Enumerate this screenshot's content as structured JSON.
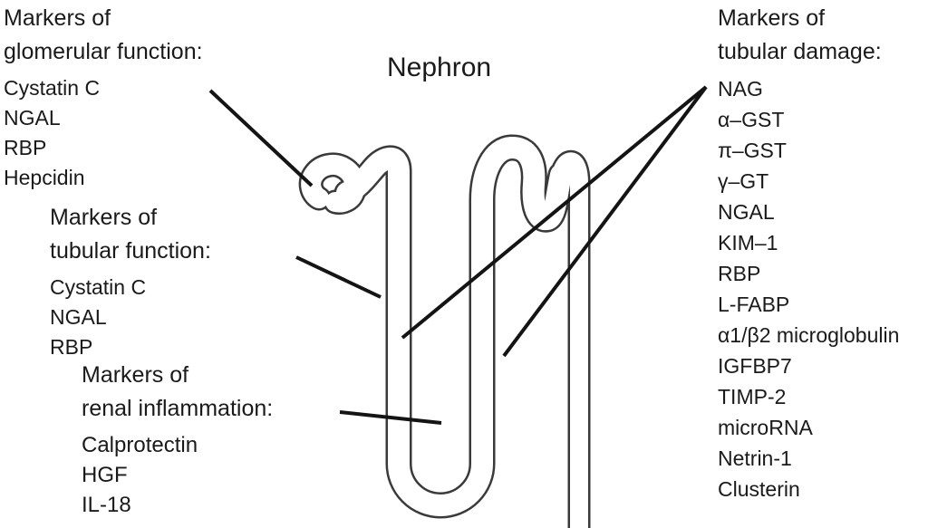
{
  "title": "Nephron",
  "left_groups": [
    {
      "heading": "Markers of\nglomerular function:",
      "items": [
        "Cystatin C",
        "NGAL",
        "RBP",
        "Hepcidin"
      ]
    },
    {
      "heading": "Markers of\ntubular function:",
      "items": [
        "Cystatin C",
        "NGAL",
        "RBP"
      ]
    },
    {
      "heading": "Markers of\nrenal inflammation:",
      "items": [
        "Calprotectin",
        "HGF",
        "IL-18"
      ]
    }
  ],
  "right_group": {
    "heading": "Markers of\ntubular damage:",
    "items": [
      "NAG",
      "α–GST",
      "π–GST",
      "γ–GT",
      "NGAL",
      "KIM–1",
      "RBP",
      "L-FABP",
      "α1/β2 microglobulin",
      "IGFBP7",
      "TIMP-2",
      "microRNA",
      "Netrin-1",
      "Clusterin"
    ]
  },
  "colors": {
    "text": "#1a1a1a",
    "connector_line": "#141414",
    "tube_outline": "#3a3a3a",
    "background": "#ffffff"
  }
}
